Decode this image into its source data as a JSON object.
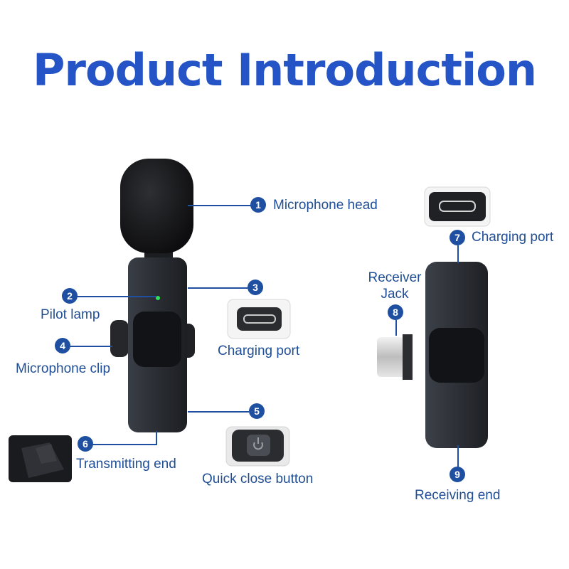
{
  "title": "Product Introduction",
  "colors": {
    "title": "#2454c6",
    "accent": "#1f4fa0",
    "label": "#1f4e96",
    "device": "#2c2f36",
    "pilot_lamp": "#2ee05a"
  },
  "callouts": {
    "c1": {
      "num": "1",
      "label": "Microphone head"
    },
    "c2": {
      "num": "2",
      "label": "Pilot lamp"
    },
    "c3": {
      "num": "3",
      "label": "Charging port"
    },
    "c4": {
      "num": "4",
      "label": "Microphone clip"
    },
    "c5": {
      "num": "5",
      "label": "Quick close button"
    },
    "c6": {
      "num": "6",
      "label": "Transmitting end"
    },
    "c7": {
      "num": "7",
      "label": "Charging port"
    },
    "c8": {
      "num": "8",
      "label_line1": "Receiver",
      "label_line2": "Jack"
    },
    "c9": {
      "num": "9",
      "label": "Receiving end"
    }
  }
}
